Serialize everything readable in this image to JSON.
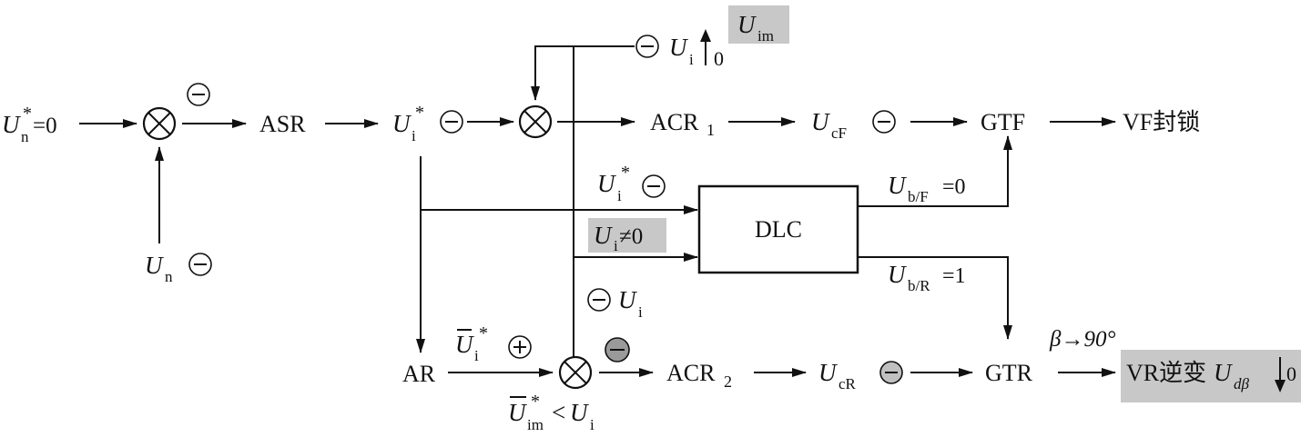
{
  "nodes": {
    "asr": "ASR",
    "acr": "ACR",
    "acr1_sub": "1",
    "acr2_sub": "2",
    "gtf": "GTF",
    "gtr": "GTR",
    "ar": "AR",
    "dlc": "DLC",
    "vf_lock": "VF封锁",
    "vr_inverter": "VR逆变"
  },
  "symbols": {
    "U": "U",
    "star": "*",
    "n": "n",
    "i": "i",
    "im": "im",
    "cF": "cF",
    "cR": "cR",
    "bF": "b/F",
    "bR": "b/R",
    "dbeta": "dβ",
    "eq0": "=0",
    "eq1": "=1",
    "neq0": "≠0",
    "lt": "<",
    "zero": "0",
    "beta_to_90": "β→90°"
  },
  "signs": {
    "minus": "−",
    "plus": "+"
  },
  "colors": {
    "highlight": "#c8c8c8",
    "filled_sign": "#9a9a9a"
  }
}
